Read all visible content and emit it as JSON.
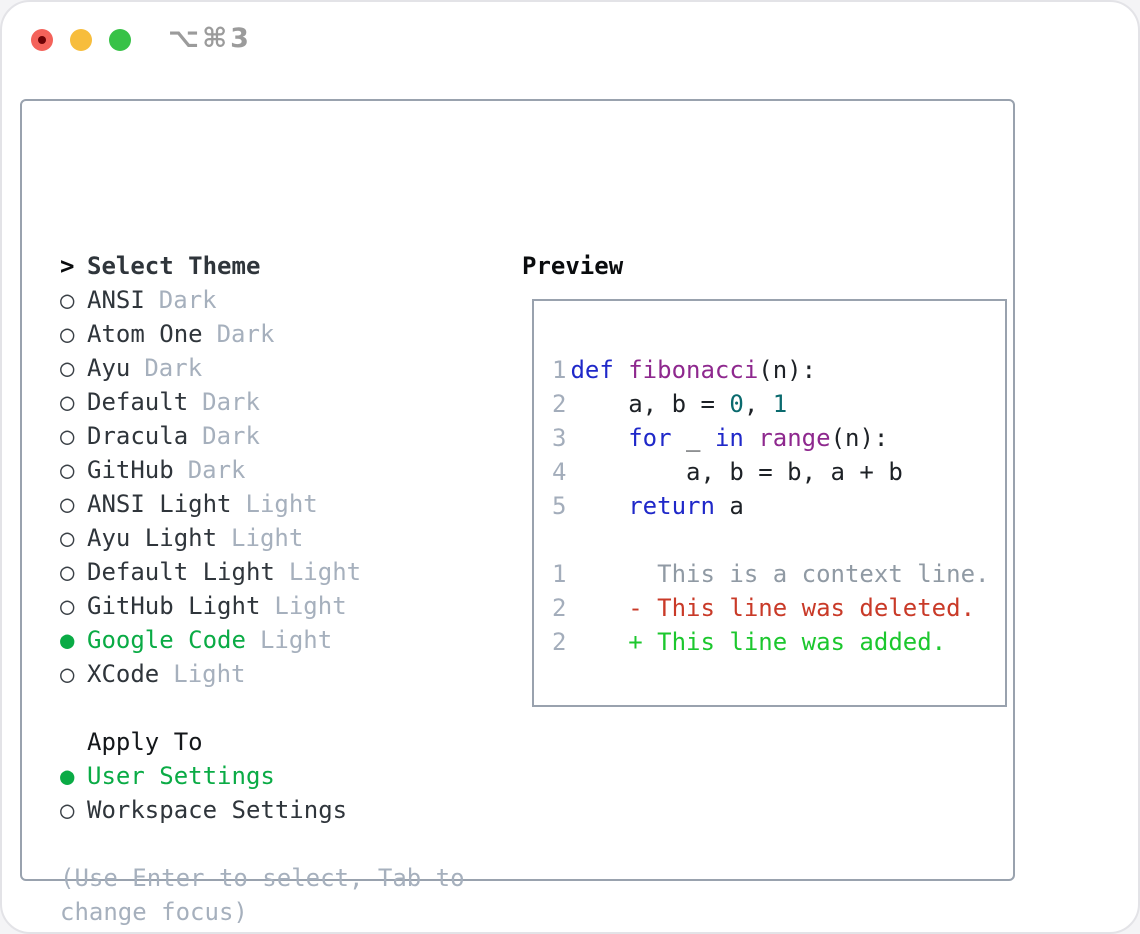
{
  "window": {
    "title": "⌥⌘3"
  },
  "markers": {
    "focus": ">",
    "selected": "●",
    "unselected": "○"
  },
  "theme_selector": {
    "heading": "Select Theme",
    "heading_marker": ">",
    "themes": [
      {
        "marker": "○",
        "name": "ANSI",
        "variant": "Dark",
        "selected": false
      },
      {
        "marker": "○",
        "name": "Atom One",
        "variant": "Dark",
        "selected": false
      },
      {
        "marker": "○",
        "name": "Ayu",
        "variant": "Dark",
        "selected": false
      },
      {
        "marker": "○",
        "name": "Default",
        "variant": "Dark",
        "selected": false
      },
      {
        "marker": "○",
        "name": "Dracula",
        "variant": "Dark",
        "selected": false
      },
      {
        "marker": "○",
        "name": "GitHub",
        "variant": "Dark",
        "selected": false
      },
      {
        "marker": "○",
        "name": "ANSI Light",
        "variant": "Light",
        "selected": false
      },
      {
        "marker": "○",
        "name": "Ayu Light",
        "variant": "Light",
        "selected": false
      },
      {
        "marker": "○",
        "name": "Default Light",
        "variant": "Light",
        "selected": false
      },
      {
        "marker": "○",
        "name": "GitHub Light",
        "variant": "Light",
        "selected": false
      },
      {
        "marker": "●",
        "name": "Google Code",
        "variant": "Light",
        "selected": true
      },
      {
        "marker": "○",
        "name": "XCode",
        "variant": "Light",
        "selected": false
      }
    ],
    "apply_to": {
      "heading": "Apply To",
      "options": [
        {
          "marker": "●",
          "label": "User Settings",
          "selected": true
        },
        {
          "marker": "○",
          "label": "Workspace Settings",
          "selected": false
        }
      ]
    },
    "hint": "(Use Enter to select, Tab to change focus)"
  },
  "preview": {
    "heading": "Preview",
    "code_lines": [
      {
        "num": "1",
        "k1": "def ",
        "f1": "fibonacci",
        "p1": "(n):"
      },
      {
        "num": "2",
        "p1": "    a, b = ",
        "l1": "0",
        "p2": ", ",
        "l2": "1"
      },
      {
        "num": "3",
        "p1": "    ",
        "k1": "for",
        "p2": " _ ",
        "k2": "in",
        "p3": " ",
        "f1": "range",
        "p4": "(n):"
      },
      {
        "num": "4",
        "p1": "        a, b = b, a + b"
      },
      {
        "num": "5",
        "p1": "    ",
        "k1": "return",
        "p2": " a"
      }
    ],
    "diff_lines": [
      {
        "num": "1",
        "type": "context",
        "text": "      This is a context line."
      },
      {
        "num": "2",
        "type": "deleted",
        "text": "    - This line was deleted."
      },
      {
        "num": "2",
        "type": "added",
        "text": "    + This line was added."
      }
    ]
  },
  "colors": {
    "accent_green": "#0aab45",
    "added_green": "#1cc72e",
    "deleted_red": "#c93a28",
    "keyword_blue": "#1f28c9",
    "type_purple": "#8e288e",
    "literal_teal": "#0a6a6e",
    "plain_text": "#1d2126",
    "muted_gray": "#a6b0bd",
    "line_number_gray": "#a3adbb",
    "context_gray": "#909aa4",
    "panel_border": "#99a2ae",
    "title_gray": "#9b9b9b",
    "traffic_red": "#f4625a",
    "traffic_yellow": "#f7bd3c",
    "traffic_green": "#37c247"
  }
}
